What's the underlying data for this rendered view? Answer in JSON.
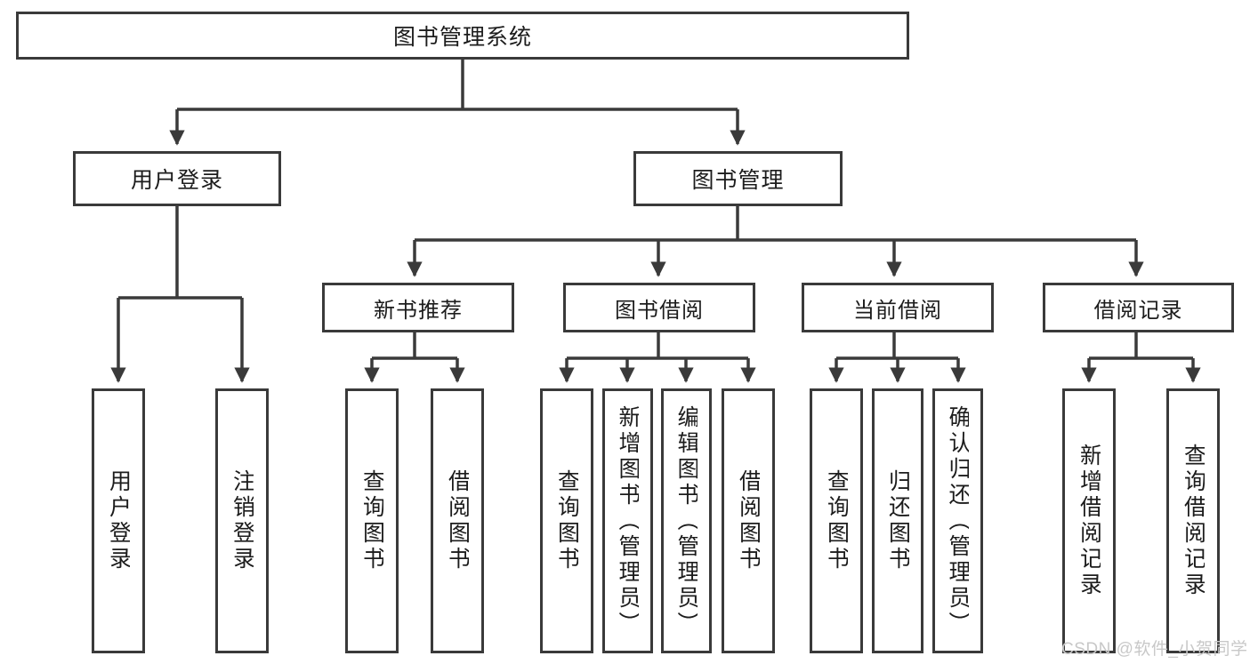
{
  "diagram": {
    "title": "图书管理系统",
    "type": "hierarchy-tree",
    "root": {
      "label": "图书管理系统"
    },
    "level2": [
      {
        "label": "用户登录"
      },
      {
        "label": "图书管理"
      }
    ],
    "level3": [
      {
        "label": "新书推荐"
      },
      {
        "label": "图书借阅"
      },
      {
        "label": "当前借阅"
      },
      {
        "label": "借阅记录"
      }
    ],
    "leaves": {
      "user_login": [
        {
          "label": "用户登录"
        },
        {
          "label": "注销登录"
        }
      ],
      "new_book_recommend": [
        {
          "label": "查询图书"
        },
        {
          "label": "借阅图书"
        }
      ],
      "book_borrow": [
        {
          "label": "查询图书"
        },
        {
          "label": "新增图书（管理员）"
        },
        {
          "label": "编辑图书（管理员）"
        },
        {
          "label": "借阅图书"
        }
      ],
      "current_borrow": [
        {
          "label": "查询图书"
        },
        {
          "label": "归还图书"
        },
        {
          "label": "确认归还（管理员）"
        }
      ],
      "borrow_record": [
        {
          "label": "新增借阅记录"
        },
        {
          "label": "查询借阅记录"
        }
      ]
    }
  },
  "watermark": {
    "text": "CSDN @软件_小贺同学"
  },
  "colors": {
    "box_border": "#3a3a3a",
    "line": "#3a3a3a",
    "text": "#1c1c1c",
    "background": "#ffffff",
    "watermark": "#c8c8c8"
  }
}
